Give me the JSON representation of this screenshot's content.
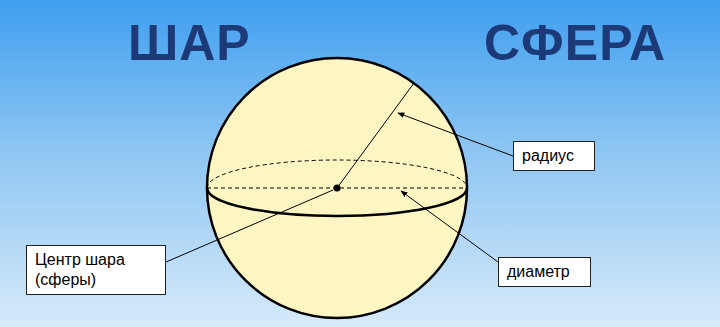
{
  "diagram": {
    "nodes": [
      {
        "text": [
          "радиус"
        ]
      },
      {
        "text": [
          "Центр шара (сферы)"
        ]
      },
      {
        "text": [
          "диаметр"
        ]
      }
    ],
    "labels": [
      "ШАР",
      "СФЕРА"
    ]
  }
}
